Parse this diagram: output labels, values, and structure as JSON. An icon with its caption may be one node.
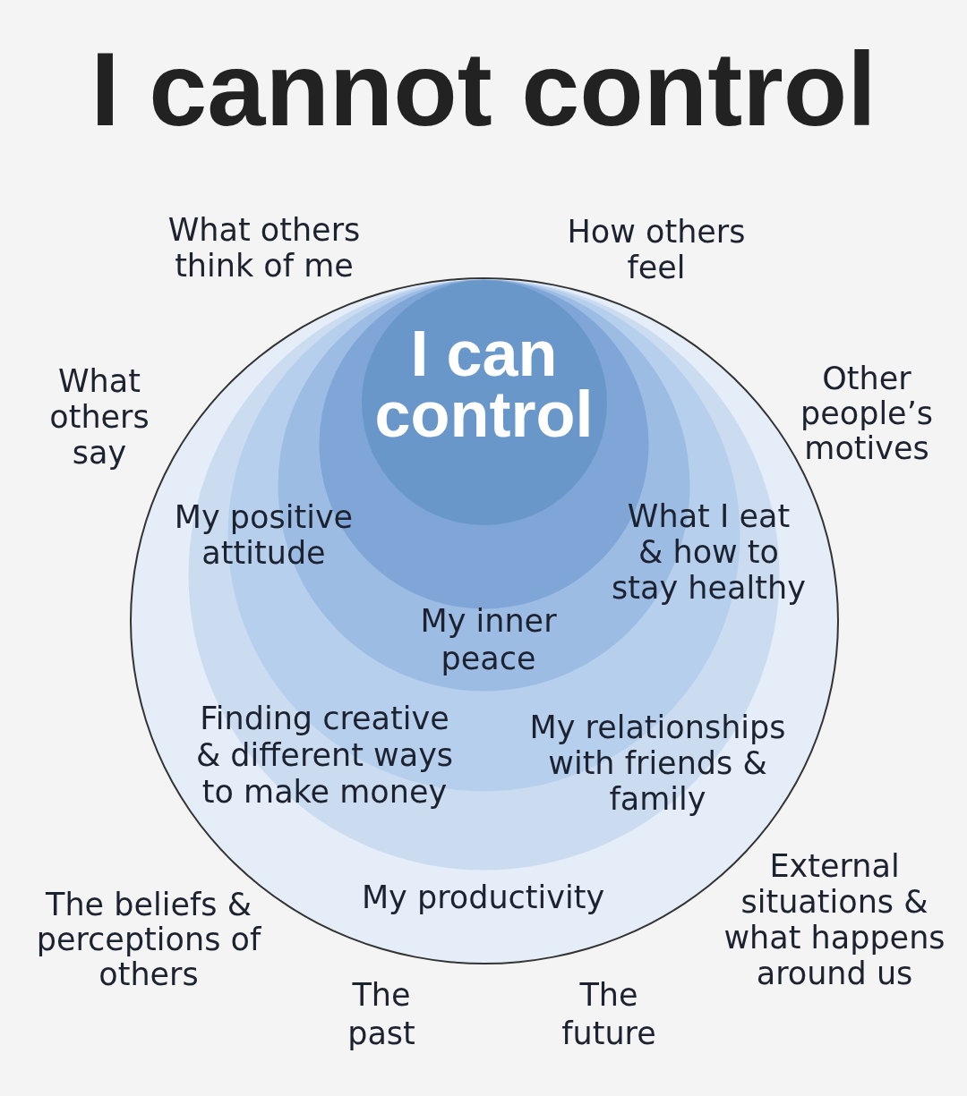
{
  "diagram": {
    "title": "I cannot control",
    "nodes": [
      {
        "text": [
          "My positive attitude",
          "What I eat & how to stay healthy",
          "My inner peace",
          "Finding creative & different ways to make money",
          "My relationships with friends & family",
          "My productivity"
        ]
      },
      {
        "text": [
          "I can control"
        ],
        "in": 0
      }
    ],
    "labels": [
      "What others think of me",
      "How others feel",
      "What others say",
      "Other people’s motives",
      "The beliefs & perceptions of others",
      "External situations & what happens around us",
      "The past",
      "The future"
    ]
  }
}
